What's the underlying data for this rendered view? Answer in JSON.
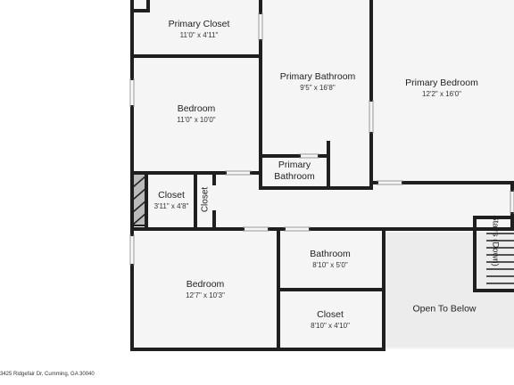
{
  "rooms": {
    "primary_closet": {
      "name": "Primary Closet",
      "dims": "11'0\" x 4'11\""
    },
    "primary_bathroom": {
      "name": "Primary Bathroom",
      "dims": "9'5\" x 16'8\""
    },
    "primary_bedroom": {
      "name": "Primary Bedroom",
      "dims": "12'2\" x 16'0\""
    },
    "bedroom_1": {
      "name": "Bedroom",
      "dims": "11'0\" x 10'0\""
    },
    "primary_bathroom_small": {
      "line1": "Primary",
      "line2": "Bathroom"
    },
    "closet_small": {
      "name": "Closet",
      "dims": "3'11\" x 4'8\""
    },
    "closet_vertical": {
      "name": "Closet"
    },
    "stairs": {
      "name": "Stairs (Down)"
    },
    "bathroom": {
      "name": "Bathroom",
      "dims": "8'10\" x 5'0\""
    },
    "bedroom_2": {
      "name": "Bedroom",
      "dims": "12'7\" x 10'3\""
    },
    "closet_lower": {
      "name": "Closet",
      "dims": "8'10\" x 4'10\""
    },
    "open_to_below": {
      "name": "Open To Below"
    }
  },
  "footer": {
    "address": "3425 Ridgefair Dr, Cumming, GA 30040"
  },
  "colors": {
    "wall": "#1f1f1f",
    "floor": "#f5f5f5",
    "open_area": "#ececec",
    "door_gap": "#ffffff"
  }
}
